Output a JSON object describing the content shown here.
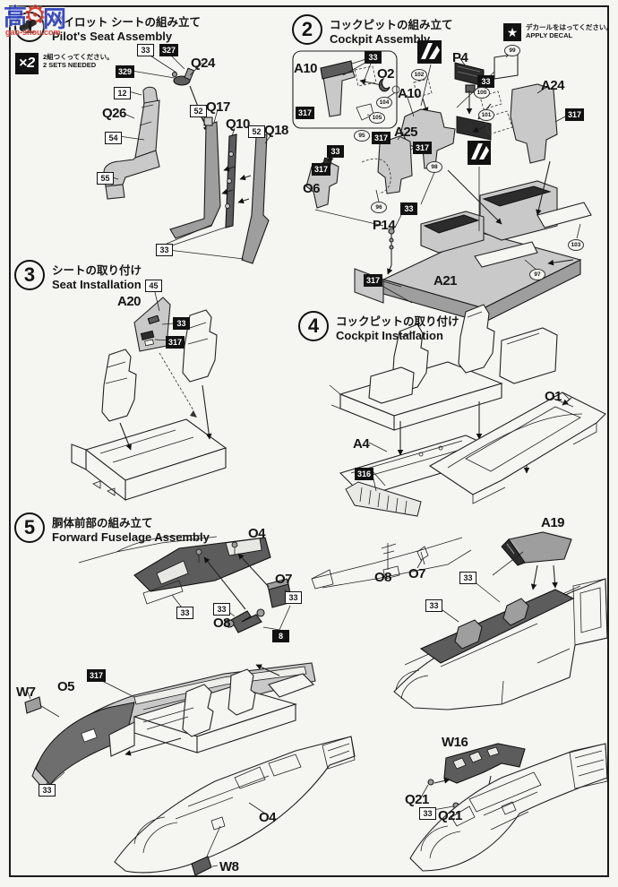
{
  "watermark": {
    "char_left": "高",
    "char_right": "网",
    "site": "gao-shou.com",
    "gear": "⚙"
  },
  "steps": [
    {
      "num": "1",
      "title_ja": "パイロット シートの組み立て",
      "title_en": "Pilot's Seat Assembly"
    },
    {
      "num": "2",
      "title_ja": "コックピットの組み立て",
      "title_en": "Cockpit Assembly"
    },
    {
      "num": "3",
      "title_ja": "シートの取り付け",
      "title_en": "Seat Installation"
    },
    {
      "num": "4",
      "title_ja": "コックピットの取り付け",
      "title_en": "Cockpit Installation"
    },
    {
      "num": "5",
      "title_ja": "胴体前部の組み立て",
      "title_en": "Forward Fuselage Assembly"
    }
  ],
  "notes": {
    "sets_symbol": "×2",
    "sets_ja": "2組つくってください。",
    "sets_en": "2 SETS NEEDED",
    "decal_star": "★",
    "decal_ja": "デカールをはってください。",
    "decal_en": "APPLY  DECAL"
  },
  "parts": {
    "q10": "Q10",
    "q17": "Q17",
    "q18": "Q18",
    "q21": "Q21",
    "q24": "Q24",
    "q26": "Q26",
    "a4": "A4",
    "a10": "A10",
    "a19": "A19",
    "a20": "A20",
    "a21": "A21",
    "a24": "A24",
    "a25": "A25",
    "o1": "O1",
    "o2": "O2",
    "o4": "O4",
    "o5": "O5",
    "o6": "O6",
    "o7": "O7",
    "o8": "O8",
    "p4": "P4",
    "p14": "P14",
    "w7": "W7",
    "w8": "W8",
    "w16": "W16"
  },
  "boxes": {
    "n8": "8",
    "n12": "12",
    "n33": "33",
    "n45": "45",
    "n52": "52",
    "n54": "54",
    "n55": "55",
    "n316": "316",
    "n317": "317",
    "n327": "327",
    "n329": "329"
  },
  "circles": {
    "n95": "95",
    "n96": "96",
    "n97": "97",
    "n98": "98",
    "n99": "99",
    "n100": "100",
    "n101": "101",
    "n102": "102",
    "n103": "103",
    "n104": "104",
    "n105": "105"
  }
}
